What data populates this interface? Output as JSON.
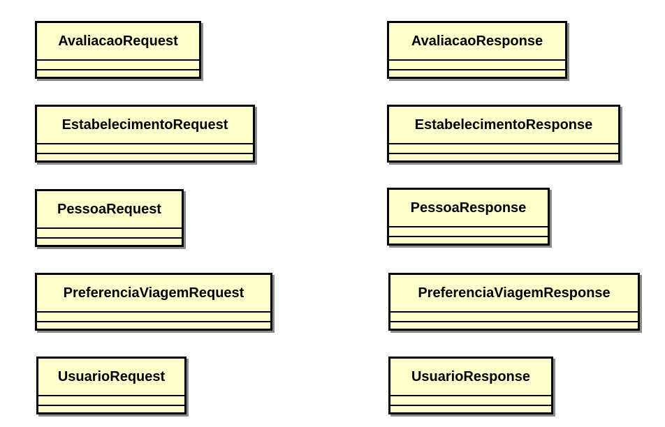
{
  "diagram": {
    "classes": [
      {
        "id": "avaliacao-request",
        "name": "AvaliacaoRequest"
      },
      {
        "id": "avaliacao-response",
        "name": "AvaliacaoResponse"
      },
      {
        "id": "estabelecimento-request",
        "name": "EstabelecimentoRequest"
      },
      {
        "id": "estabelecimento-response",
        "name": "EstabelecimentoResponse"
      },
      {
        "id": "pessoa-request",
        "name": "PessoaRequest"
      },
      {
        "id": "pessoa-response",
        "name": "PessoaResponse"
      },
      {
        "id": "preferencia-viagem-request",
        "name": "PreferenciaViagemRequest"
      },
      {
        "id": "preferencia-viagem-response",
        "name": "PreferenciaViagemResponse"
      },
      {
        "id": "usuario-request",
        "name": "UsuarioRequest"
      },
      {
        "id": "usuario-response",
        "name": "UsuarioResponse"
      }
    ],
    "colors": {
      "class_fill": "#ffffcc",
      "class_border": "#000000",
      "shadow": "#8c8c8c"
    }
  }
}
